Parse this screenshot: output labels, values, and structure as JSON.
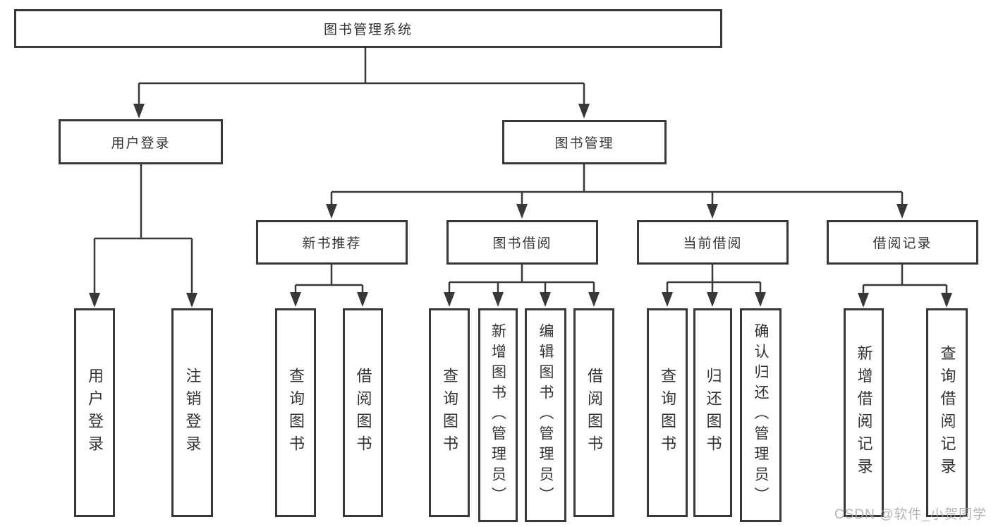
{
  "diagram": {
    "root": {
      "label": "图书管理系统"
    },
    "level2": [
      {
        "label": "用户登录"
      },
      {
        "label": "图书管理"
      }
    ],
    "level3": [
      {
        "label": "新书推荐"
      },
      {
        "label": "图书借阅"
      },
      {
        "label": "当前借阅"
      },
      {
        "label": "借阅记录"
      }
    ],
    "leaves": {
      "user_login": [
        "用户登录",
        "注销登录"
      ],
      "new_book": [
        "查询图书",
        "借阅图书"
      ],
      "book_borrow": [
        "查询图书",
        "新增图书（管理员）",
        "编辑图书（管理员）",
        "借阅图书"
      ],
      "current_borrow": [
        "查询图书",
        "归还图书",
        "确认归还（管理员）"
      ],
      "borrow_record": [
        "新增借阅记录",
        "查询借阅记录"
      ]
    },
    "colors": {
      "line": "#383838",
      "text": "#333333",
      "watermark": "#a9a9a9"
    }
  },
  "watermark": {
    "text": "CSDN @软件_小贺同学"
  }
}
